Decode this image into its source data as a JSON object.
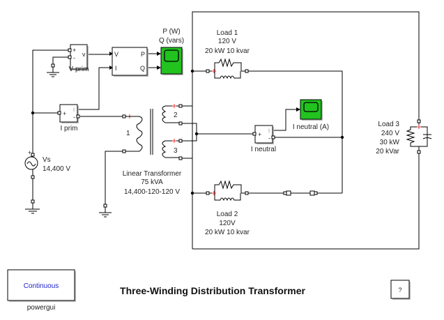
{
  "diagram": {
    "title": "Three-Winding Distribution Transformer",
    "help_button_label": "?"
  },
  "powergui": {
    "mode": "Continuous",
    "label": "powergui"
  },
  "blocks": {
    "v_prim": {
      "label": "V prim",
      "port_plus": "+",
      "port_minus": "-",
      "port_out": "v"
    },
    "i_prim": {
      "label": "I prim",
      "port_plus": "+",
      "port_minus": "-",
      "port_out": "i"
    },
    "pq": {
      "in_v": "V",
      "in_i": "I",
      "out_p": "P",
      "out_q": "Q"
    },
    "scope_pq": {
      "label_line1": "P (W)",
      "label_line2": "Q (vars)"
    },
    "source": {
      "name": "Vs",
      "voltage": "14,400 V",
      "polarity": "+"
    },
    "transformer": {
      "name": "Linear Transformer",
      "rating": "75 kVA",
      "voltages": "14,400-120-120 V",
      "winding1": "1",
      "winding2": "2",
      "winding3": "3"
    },
    "load1": {
      "name": "Load 1",
      "voltage": "120 V",
      "power": "20 kW 10 kvar"
    },
    "load2": {
      "name": "Load 2",
      "voltage": "120V",
      "power": "20 kW 10 kvar"
    },
    "load3": {
      "name": "Load 3",
      "voltage": "240 V",
      "active": "30 kW",
      "reactive": "20 kVar"
    },
    "i_neutral": {
      "label": "I neutral",
      "port_plus": "+",
      "port_minus": "-",
      "port_out": "i"
    },
    "scope_neutral": {
      "label": "I neutral (A)"
    }
  },
  "colors": {
    "scope_green": "#22c21f",
    "polarity_red": "#e33333",
    "powergui_text": "#2222cc"
  }
}
